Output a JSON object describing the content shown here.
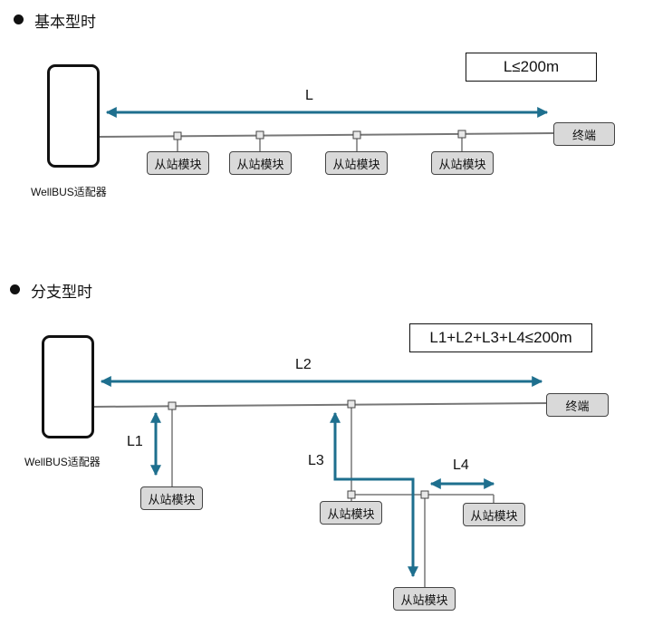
{
  "basic": {
    "title": "基本型时",
    "limit": "L≤200m",
    "length_label": "L",
    "adapter_label": "WellBUS适配器",
    "terminal_label": "终端",
    "slave_labels": [
      "从站模块",
      "从站模块",
      "从站模块",
      "从站模块"
    ]
  },
  "branch": {
    "title": "分支型时",
    "limit": "L1+L2+L3+L4≤200m",
    "adapter_label": "WellBUS适配器",
    "terminal_label": "终端",
    "length_labels": {
      "l1": "L1",
      "l2": "L2",
      "l3": "L3",
      "l4": "L4"
    },
    "slave_labels": [
      "从站模块",
      "从站模块",
      "从站模块",
      "从站模块"
    ]
  },
  "colors": {
    "arrow": "#1e6f8e",
    "bus_line": "#777777",
    "module_fill": "#d9d9d9"
  }
}
